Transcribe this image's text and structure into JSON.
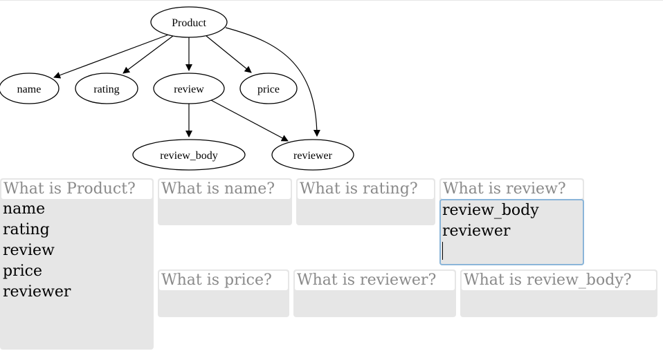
{
  "graph": {
    "nodes": [
      {
        "id": "product",
        "label": "Product"
      },
      {
        "id": "name",
        "label": "name"
      },
      {
        "id": "rating",
        "label": "rating"
      },
      {
        "id": "review",
        "label": "review"
      },
      {
        "id": "price",
        "label": "price"
      },
      {
        "id": "review_body",
        "label": "review_body"
      },
      {
        "id": "reviewer",
        "label": "reviewer"
      }
    ],
    "edges": [
      {
        "from": "Product",
        "to": "name"
      },
      {
        "from": "Product",
        "to": "rating"
      },
      {
        "from": "Product",
        "to": "review"
      },
      {
        "from": "Product",
        "to": "price"
      },
      {
        "from": "Product",
        "to": "reviewer"
      },
      {
        "from": "review",
        "to": "review_body"
      },
      {
        "from": "review",
        "to": "reviewer"
      }
    ]
  },
  "cards": [
    {
      "question": "What is Product?",
      "answers": "name\nrating\nreview\nprice\nreviewer"
    },
    {
      "question": "What is name?",
      "answers": ""
    },
    {
      "question": "What is rating?",
      "answers": ""
    },
    {
      "question": "What is review?",
      "answers": "review_body\nreviewer\n"
    },
    {
      "question": "What is price?",
      "answers": ""
    },
    {
      "question": "What is reviewer?",
      "answers": ""
    },
    {
      "question": "What is review_body?",
      "answers": ""
    }
  ]
}
